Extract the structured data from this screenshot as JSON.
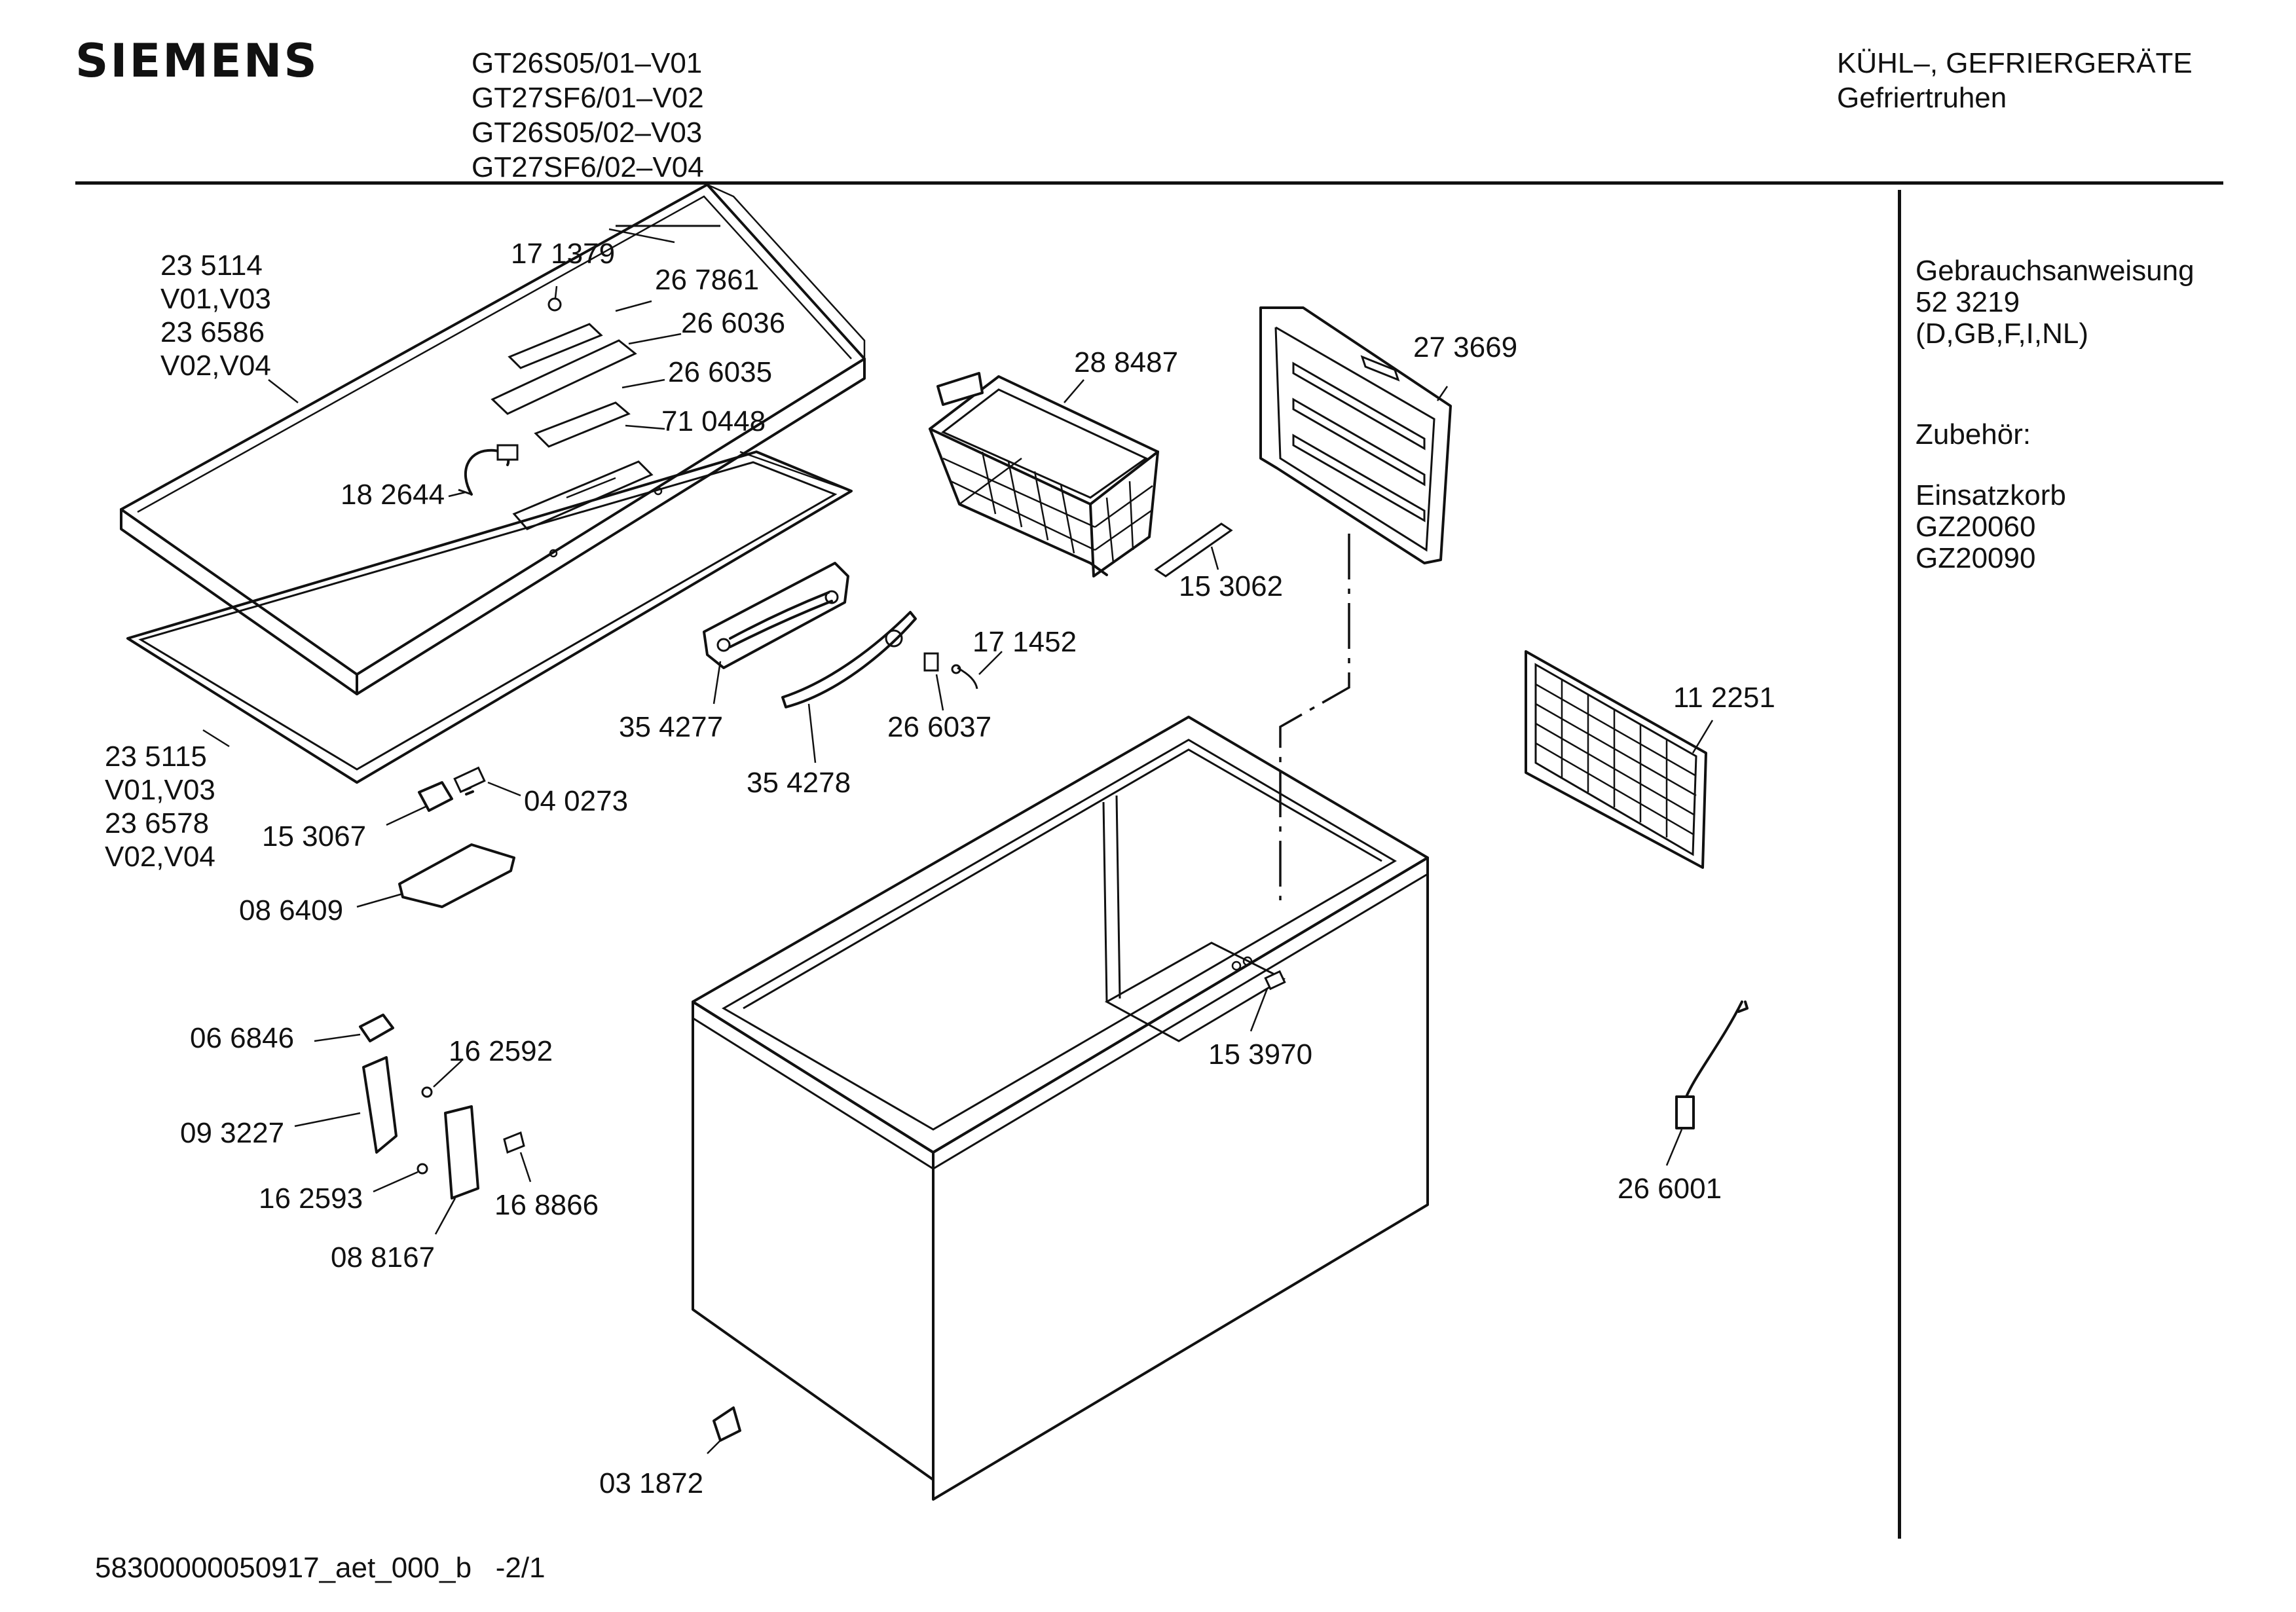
{
  "header": {
    "brand": "SIEMENS",
    "models": [
      "GT26S05/01–V01",
      "GT27SF6/01–V02",
      "GT26S05/02–V03",
      "GT27SF6/02–V04"
    ],
    "category": [
      "KÜHL–, GEFRIERGERÄTE",
      "Gefriertruhen"
    ]
  },
  "sidebar": {
    "manual_title": "Gebrauchsanweisung",
    "manual_number": "52 3219",
    "manual_languages": "(D,GB,F,I,NL)",
    "accessories_title": "Zubehör:",
    "accessory_name": "Einsatzkorb",
    "accessory_numbers": [
      "GZ20060",
      "GZ20090"
    ]
  },
  "parts": {
    "lid": [
      "23 5114",
      "V01,V03",
      "23 6586",
      "V02,V04"
    ],
    "gasket": [
      "23 5115",
      "V01,V03",
      "23 6578",
      "V02,V04"
    ],
    "p171379": "17 1379",
    "p267861": "26 7861",
    "p266036": "26 6036",
    "p266035": "26 6035",
    "p710448": "71 0448",
    "p182644": "18 2644",
    "p288487": "28 8487",
    "p273669": "27 3669",
    "p153062": "15 3062",
    "p171452": "17 1452",
    "p354277": "35 4277",
    "p266037": "26 6037",
    "p354278": "35 4278",
    "p112251": "11 2251",
    "p040273": "04 0273",
    "p153067": "15 3067",
    "p086409": "08 6409",
    "p066846": "06 6846",
    "p162592": "16 2592",
    "p093227": "09 3227",
    "p162593": "16 2593",
    "p168866": "16 8866",
    "p088167": "08 8167",
    "p153970": "15 3970",
    "p266001": "26 6001",
    "p031872": "03 1872"
  },
  "footer": {
    "doc_id": "58300000050917_aet_000_b   -2/1"
  }
}
